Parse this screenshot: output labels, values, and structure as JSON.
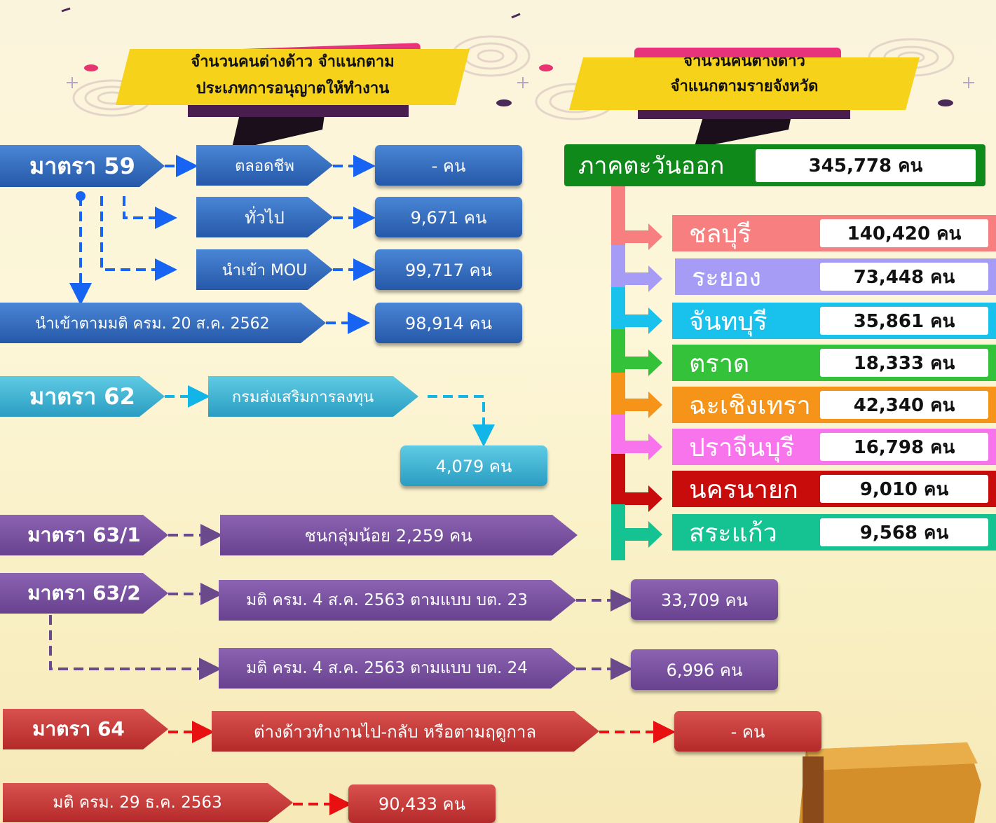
{
  "banners": {
    "left_line1": "จำนวนคนต่างด้าว จำแนกตาม",
    "left_line2": "ประเภทการอนุญาตให้ทำงาน",
    "right_line1": "จำนวนคนต่างด้าว",
    "right_line2": "จำแนกตามรายจังหวัด"
  },
  "sec59": {
    "label": "มาตรา 59",
    "rows": [
      {
        "type": "ตลอดชีพ",
        "count": "- คน"
      },
      {
        "type": "ทั่วไป",
        "count": "9,671 คน"
      },
      {
        "type": "นำเข้า MOU",
        "count": "99,717 คน"
      }
    ],
    "cabinet": {
      "label": "นำเข้าตามมติ ครม. 20 ส.ค. 2562",
      "count": "98,914 คน"
    }
  },
  "sec62": {
    "label": "มาตรา 62",
    "type": "กรมส่งเสริมการลงทุน",
    "count": "4,079 คน"
  },
  "sec63_1": {
    "label": "มาตรา 63/1",
    "type": "ชนกลุ่มน้อย 2,259 คน"
  },
  "sec63_2": {
    "label": "มาตรา 63/2",
    "rows": [
      {
        "type": "มติ ครม. 4 ส.ค. 2563 ตามแบบ บต. 23",
        "count": "33,709 คน"
      },
      {
        "type": "มติ ครม. 4 ส.ค. 2563 ตามแบบ บต. 24",
        "count": "6,996 คน"
      }
    ]
  },
  "sec64": {
    "label": "มาตรา 64",
    "type": "ต่างด้าวทำงานไป-กลับ หรือตามฤดูกาล",
    "count": "- คน"
  },
  "cabinet_2563": {
    "label": "มติ ครม. 29 ธ.ค. 2563",
    "count": "90,433  คน"
  },
  "region": {
    "name": "ภาคตะวันออก",
    "total": "345,778 คน",
    "color": "#0f8a1a"
  },
  "provinces": [
    {
      "name": "ชลบุรี",
      "count": "140,420 คน",
      "color": "#f77f7f"
    },
    {
      "name": "ระยอง",
      "count": "73,448 คน",
      "color": "#a79cf5"
    },
    {
      "name": "จันทบุรี",
      "count": "35,861 คน",
      "color": "#18c2ec"
    },
    {
      "name": "ตราด",
      "count": "18,333 คน",
      "color": "#34c23a"
    },
    {
      "name": "ฉะเชิงเทรา",
      "count": "42,340 คน",
      "color": "#f59418"
    },
    {
      "name": "ปราจีนบุรี",
      "count": "16,798 คน",
      "color": "#f774ec"
    },
    {
      "name": "นครนายก",
      "count": "9,010 คน",
      "color": "#c80c0c"
    },
    {
      "name": "สระแก้ว",
      "count": "9,568 คน",
      "color": "#15c292"
    }
  ]
}
